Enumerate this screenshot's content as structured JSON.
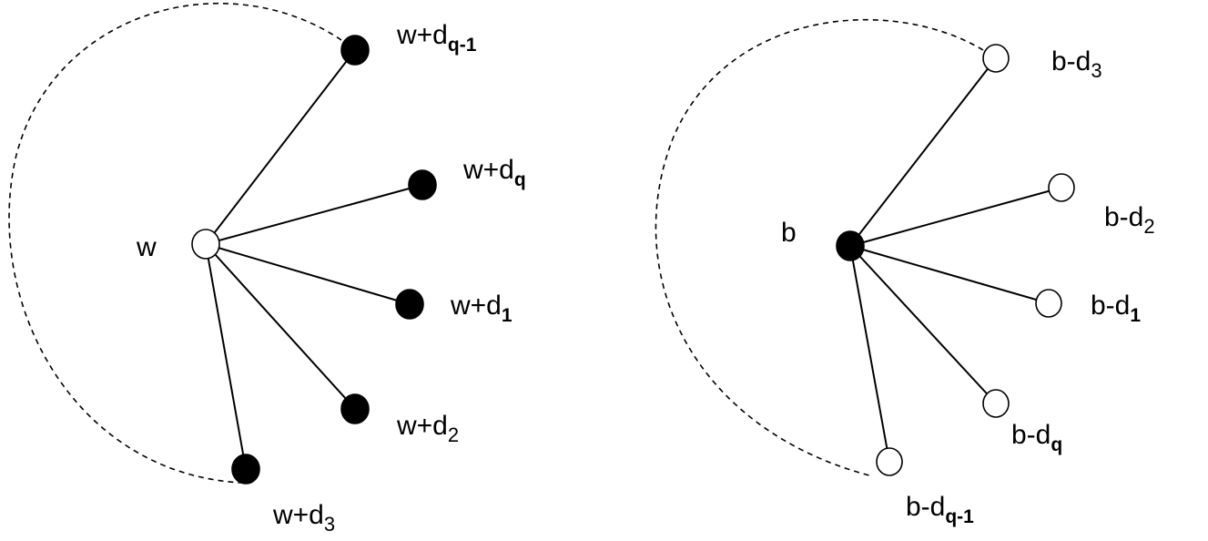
{
  "colors": {
    "filled": "#000000",
    "empty": "#ffffff",
    "line": "#000000"
  },
  "left_star": {
    "center_label": "w",
    "leaves": [
      {
        "base": "w+d",
        "sub": "q-1",
        "fill": "black"
      },
      {
        "base": "w+d",
        "sub": "q",
        "fill": "black"
      },
      {
        "base": "w+d",
        "sub": "1",
        "fill": "black"
      },
      {
        "base": "w+d",
        "sub": "2",
        "fill": "black"
      },
      {
        "base": "w+d",
        "sub": "3",
        "fill": "black"
      }
    ]
  },
  "right_star": {
    "center_label": "b",
    "leaves": [
      {
        "base": "b-d",
        "sub": "3",
        "fill": "white"
      },
      {
        "base": "b-d",
        "sub": "2",
        "fill": "white"
      },
      {
        "base": "b-d",
        "sub": "1",
        "fill": "white"
      },
      {
        "base": "b-d",
        "sub": "q",
        "fill": "white"
      },
      {
        "base": "b-d",
        "sub": "q-1",
        "fill": "white"
      }
    ]
  }
}
